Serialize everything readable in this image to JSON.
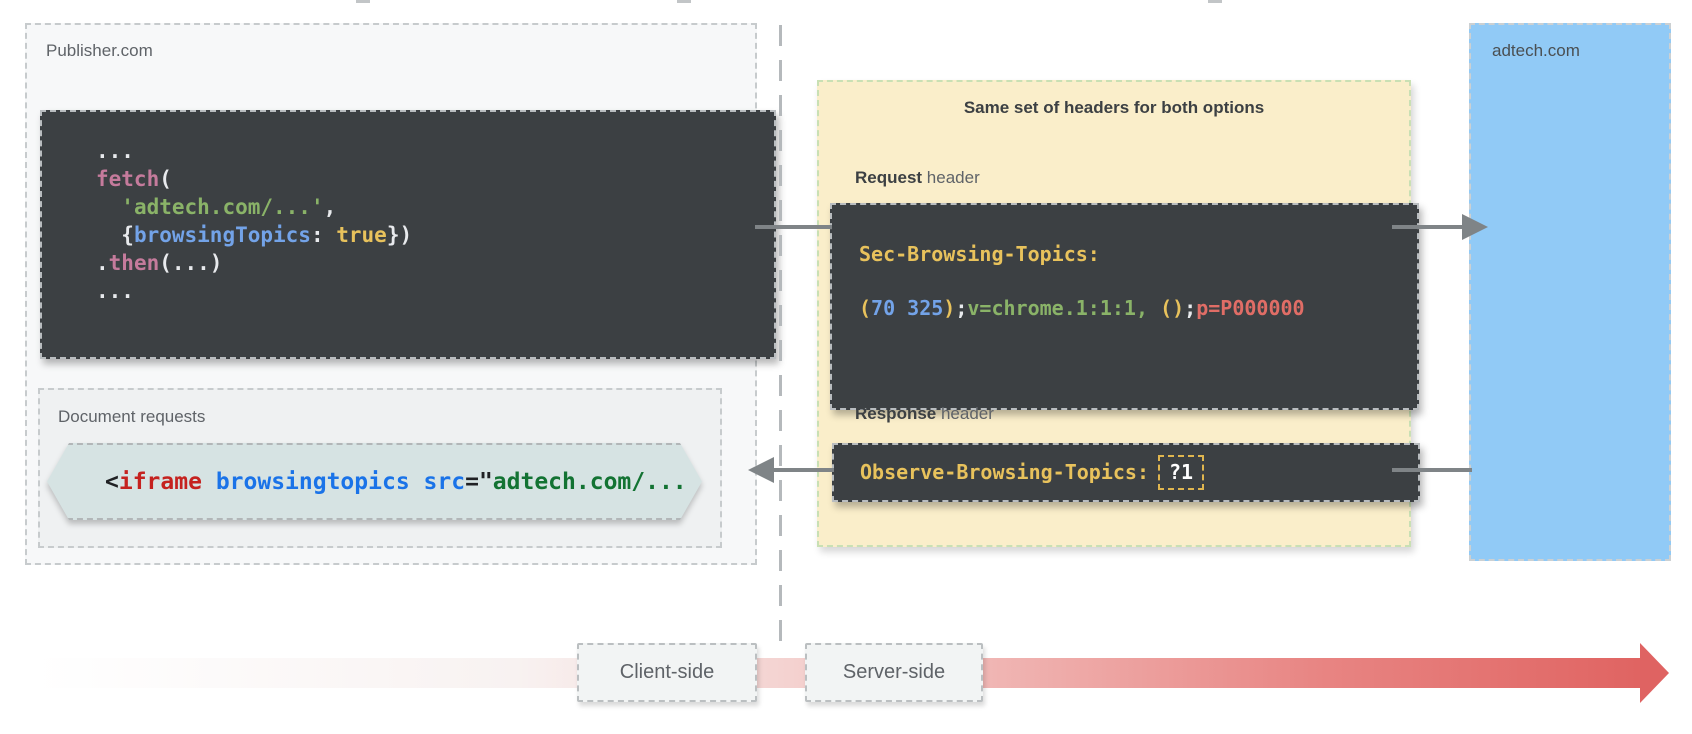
{
  "publisher": {
    "label": "Publisher.com",
    "fetch_code_lines": [
      [
        {
          "t": "...",
          "c": "w"
        }
      ],
      [
        {
          "t": "fetch",
          "c": "pink"
        },
        {
          "t": "(",
          "c": "w"
        }
      ],
      [
        {
          "t": "  ",
          "c": "w"
        },
        {
          "t": "'adtech.com/...'",
          "c": "green"
        },
        {
          "t": ",",
          "c": "w"
        }
      ],
      [
        {
          "t": "  {",
          "c": "w"
        },
        {
          "t": "browsingTopics",
          "c": "blue"
        },
        {
          "t": ": ",
          "c": "w"
        },
        {
          "t": "true",
          "c": "yellow"
        },
        {
          "t": "})",
          "c": "w"
        }
      ],
      [
        {
          "t": ".",
          "c": "w"
        },
        {
          "t": "then",
          "c": "pink"
        },
        {
          "t": "(...)",
          "c": "w"
        }
      ],
      [
        {
          "t": "...",
          "c": "w"
        }
      ]
    ],
    "document_requests": {
      "label": "Document requests",
      "code_tokens": [
        {
          "t": "<",
          "c": "dk"
        },
        {
          "t": "iframe",
          "c": "dred"
        },
        {
          "t": " ",
          "c": "dk"
        },
        {
          "t": "browsingtopics",
          "c": "dblue"
        },
        {
          "t": " ",
          "c": "dk"
        },
        {
          "t": "src",
          "c": "dblue"
        },
        {
          "t": "=\"",
          "c": "dk"
        },
        {
          "t": "adtech.com/...",
          "c": "dgreen"
        }
      ]
    }
  },
  "headers_panel": {
    "title": "Same set of headers for both options",
    "request": {
      "label_bold": "Request",
      "label_rest": " header",
      "code_lines": [
        [
          {
            "t": "Sec-Browsing-Topics:",
            "c": "yellow"
          }
        ],
        [
          {
            "t": "(",
            "c": "yellow"
          },
          {
            "t": "70 325",
            "c": "blue"
          },
          {
            "t": ")",
            "c": "yellow"
          },
          {
            "t": ";",
            "c": "w"
          },
          {
            "t": "v=chrome.1:1:1,",
            "c": "green"
          },
          {
            "t": " ",
            "c": "w"
          },
          {
            "t": "()",
            "c": "yellow"
          },
          {
            "t": ";",
            "c": "w"
          },
          {
            "t": "p=P000000",
            "c": "red"
          }
        ]
      ]
    },
    "response": {
      "label_bold": "Response",
      "label_rest": " header",
      "code_tokens": [
        {
          "t": "Observe-Browsing-Topics:",
          "c": "yellow"
        },
        {
          "t": "?1",
          "c": "boxed"
        }
      ]
    }
  },
  "adtech": {
    "label": "adtech.com"
  },
  "timeline": {
    "client_label": "Client-side",
    "server_label": "Server-side"
  },
  "palette": {
    "dark_code_bg": "#3c4043",
    "publisher_bg": "#f7f8f9",
    "doc_requests_bg": "#eff1f2",
    "tag_bg": "#d6e3e3",
    "headers_panel_bg": "#faeeca",
    "headers_panel_border": "#c9e0b4",
    "adtech_bg": "#91caf6",
    "arrow_gray": "#7f8487",
    "timeline_red": "#e06462",
    "code_pink": "#c57b9c",
    "code_green": "#8ab368",
    "code_blue": "#73a3e8",
    "code_yellow": "#e8c25c",
    "code_red": "#e06d66",
    "code_white": "#e8eaed",
    "tag_red": "#c5221f",
    "tag_blue": "#1a73e8",
    "tag_green": "#137333",
    "label_gray": "#5f6368"
  }
}
